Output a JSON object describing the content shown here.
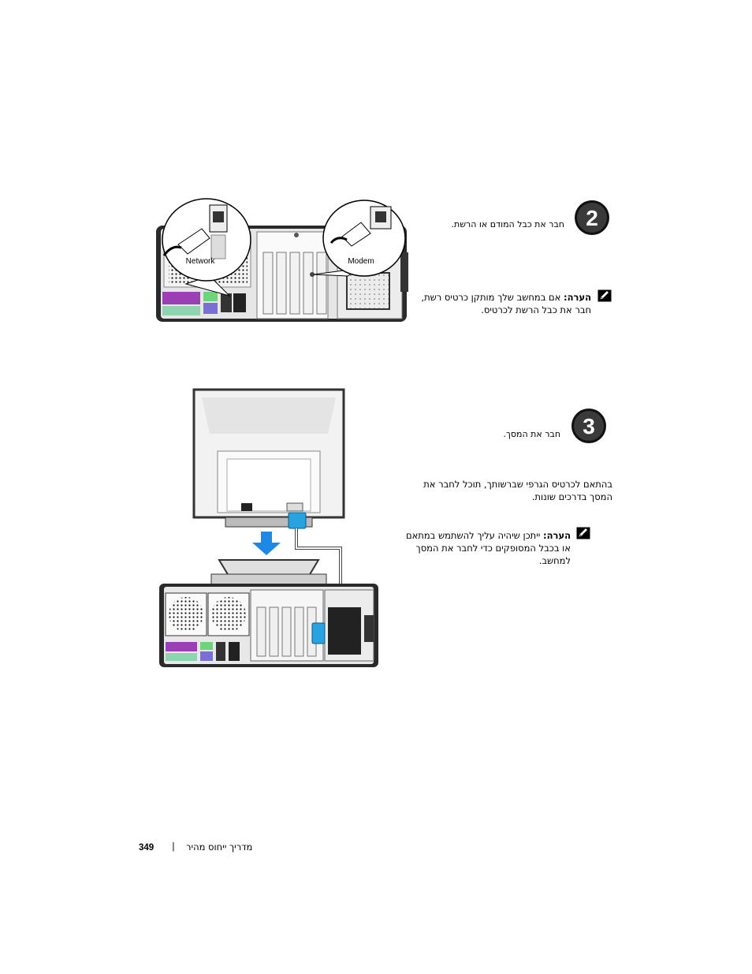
{
  "steps": [
    {
      "number": "2",
      "caption": "חבר את כבל המודם או הרשת.",
      "note_label": "הערה:",
      "note_text": "אם במחשב שלך מותקן כרטיס רשת, חבר את כבל הרשת לכרטיס.",
      "figure": {
        "callout_left_label": "Network",
        "callout_right_label": "Modem",
        "icon_left": "network-cable-icon",
        "icon_right": "modem-cable-icon"
      }
    },
    {
      "number": "3",
      "caption": "חבר את המסך.",
      "body_text": "בהתאם לכרטיס הגרפי שברשותך, תוכל לחבר את המסך בדרכים שונות.",
      "note_label": "הערה:",
      "note_text": "ייתכן שיהיה עליך להשתמש במתאם או בכבל המסופקים כדי לחבר את המסך למחשב."
    }
  ],
  "footer": {
    "page_number": "349",
    "separator": "|",
    "title": "מדריך ייחוס מהיר"
  },
  "colors": {
    "badge_fill": "#1a1a1a",
    "arrow_blue": "#1e88e5",
    "connector_blue": "#29a3e0",
    "port_purple": "#9b3fb5",
    "port_green": "#6fd37a",
    "case_dark": "#2a2a2a"
  }
}
